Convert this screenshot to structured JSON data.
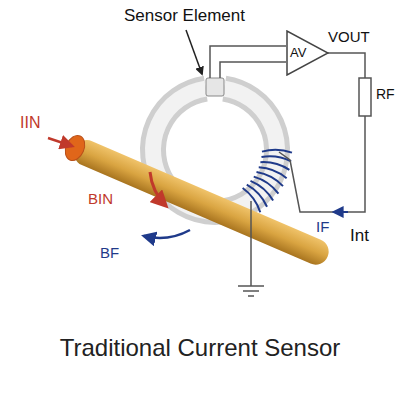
{
  "diagram": {
    "caption": "Traditional Current Sensor",
    "nodes": [
      {
        "text": [
          "AV"
        ]
      }
    ],
    "labels": [
      "Sensor Element",
      "IIN",
      "BIN",
      "BF",
      "IF",
      "Int",
      "VOUT",
      "RF"
    ]
  }
}
